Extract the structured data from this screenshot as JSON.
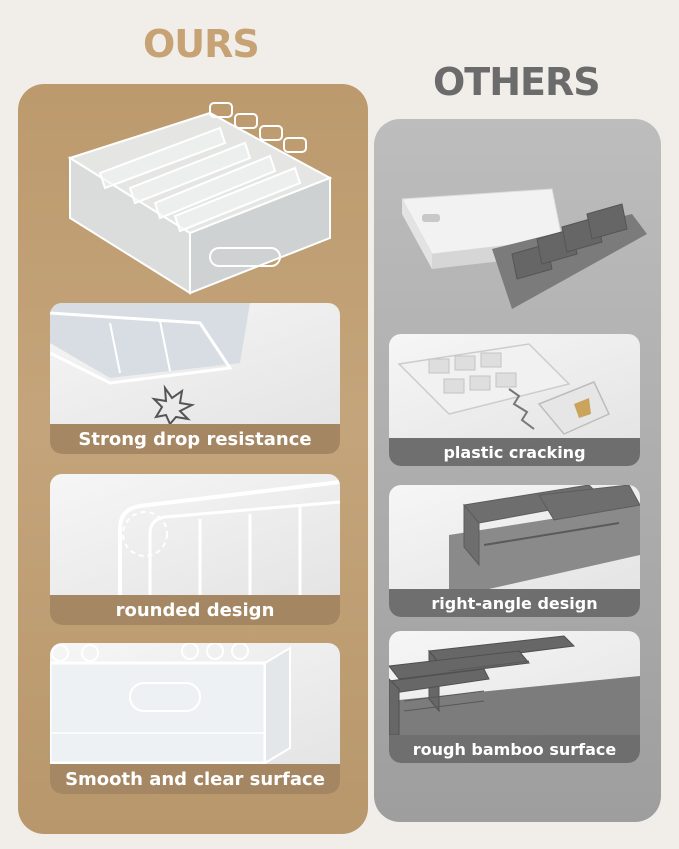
{
  "headings": {
    "ours": "OURS",
    "others": "OTHERS"
  },
  "ours_cards": [
    {
      "caption": "Strong drop resistance"
    },
    {
      "caption": "rounded design"
    },
    {
      "caption": "Smooth and clear surface"
    }
  ],
  "others_cards": [
    {
      "caption": "plastic cracking"
    },
    {
      "caption": "right-angle design"
    },
    {
      "caption": "rough bamboo surface"
    }
  ],
  "colors": {
    "ours_accent": "#c7a274",
    "others_accent": "#6b6b6b",
    "ours_panel": "#bc9a6e",
    "others_panel": "#a9a9a9"
  }
}
